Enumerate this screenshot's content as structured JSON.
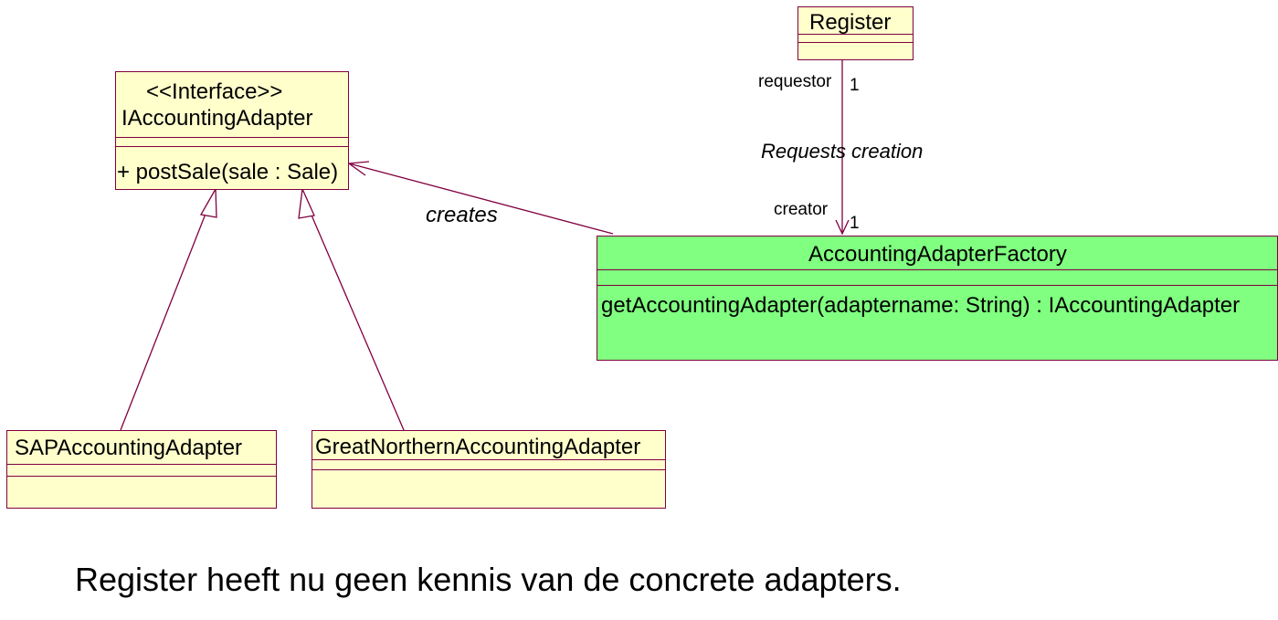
{
  "diagram": {
    "colors": {
      "class_fill": "#ffffcc",
      "factory_fill": "#80ff80",
      "line": "#800040"
    },
    "classes": {
      "register": {
        "name": "Register"
      },
      "interface": {
        "stereotype": "<<Interface>>",
        "name": "IAccountingAdapter",
        "operation": "+ postSale(sale : Sale)"
      },
      "factory": {
        "name": "AccountingAdapterFactory",
        "operation": "getAccountingAdapter(adaptername: String) : IAccountingAdapter"
      },
      "sap": {
        "name": "SAPAccountingAdapter"
      },
      "great_northern": {
        "name": "GreatNorthernAccountingAdapter"
      }
    },
    "associations": {
      "requests": {
        "label": "Requests creation",
        "source_role": "requestor",
        "source_multiplicity": "1",
        "target_role": "creator",
        "target_multiplicity": "1"
      },
      "creates": {
        "label": "creates"
      }
    }
  },
  "caption": "Register heeft nu geen kennis van de concrete adapters."
}
